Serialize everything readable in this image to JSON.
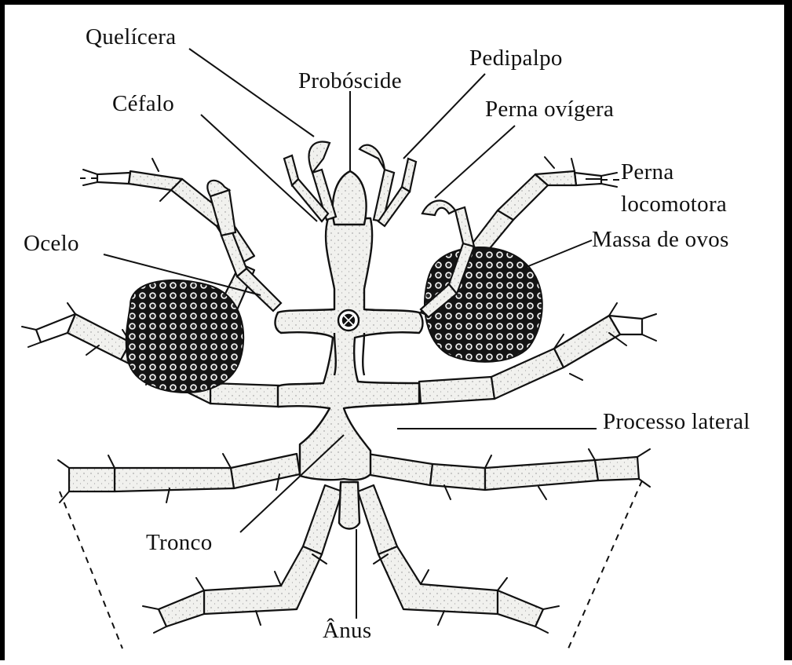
{
  "diagram": {
    "subject": "Picnogonídeo (vista dorsal)",
    "colors": {
      "ink": "#111111",
      "body": "#f1f1ee",
      "stipple": "#9a9a9a",
      "eggs": "#1a1a1a",
      "frame": "#000000"
    },
    "labels": {
      "quelicera": "Quelícera",
      "proboscide": "Probóscide",
      "pedipalpo": "Pedipalpo",
      "cefalo": "Céfalo",
      "perna_ovigera": "Perna ovígera",
      "perna_locomotora_1": "Perna",
      "perna_locomotora_2": "locomotora",
      "ocelo": "Ocelo",
      "massa_de_ovos": "Massa de ovos",
      "processo_lateral": "Processo lateral",
      "tronco": "Tronco",
      "anus": "Ânus"
    }
  }
}
